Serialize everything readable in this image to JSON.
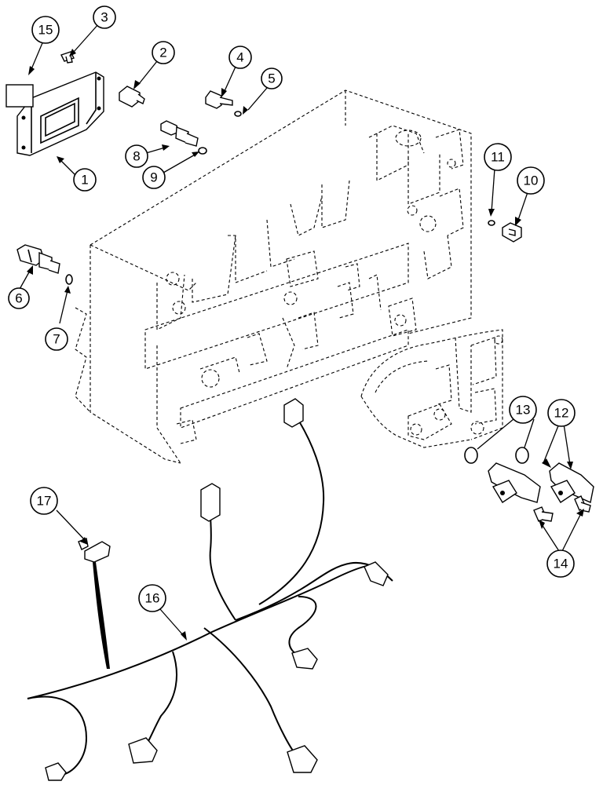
{
  "diagram": {
    "background": "#ffffff",
    "line_color": "#000000",
    "callouts": [
      {
        "id": "c15",
        "label": "15"
      },
      {
        "id": "c3",
        "label": "3"
      },
      {
        "id": "c2",
        "label": "2"
      },
      {
        "id": "c4",
        "label": "4"
      },
      {
        "id": "c5",
        "label": "5"
      },
      {
        "id": "c8",
        "label": "8"
      },
      {
        "id": "c9",
        "label": "9"
      },
      {
        "id": "c1",
        "label": "1"
      },
      {
        "id": "c11",
        "label": "11"
      },
      {
        "id": "c10",
        "label": "10"
      },
      {
        "id": "c6",
        "label": "6"
      },
      {
        "id": "c7",
        "label": "7"
      },
      {
        "id": "c13",
        "label": "13"
      },
      {
        "id": "c12",
        "label": "12"
      },
      {
        "id": "c17",
        "label": "17"
      },
      {
        "id": "c16",
        "label": "16"
      },
      {
        "id": "c14",
        "label": "14"
      }
    ]
  }
}
